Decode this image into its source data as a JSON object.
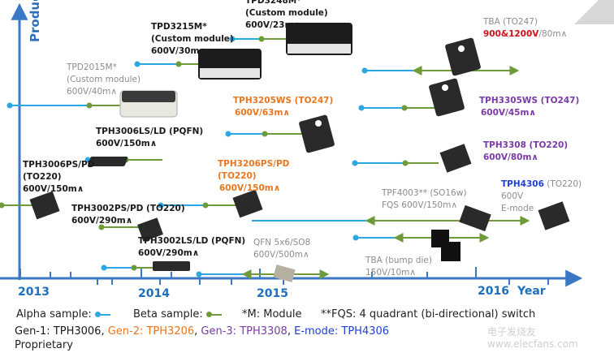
{
  "title": "GaN product roadmap",
  "axes": {
    "y_label": "Product",
    "x_label": "Year",
    "years": [
      "2013",
      "2014",
      "2015",
      "2016"
    ]
  },
  "colors": {
    "axis": "#3a78c3",
    "alpha": "#2ba7e4",
    "beta": "#6e9a3a",
    "gen1": "#1a1a1a",
    "gen2": "#e8761e",
    "gen3": "#7a3aa8",
    "emode": "#1f3fd6",
    "highlight_red": "#d0121b"
  },
  "products": [
    {
      "id": "tpd3248m",
      "lines": [
        "TPD3248M*",
        "(Custom module)",
        "600V/23m∧"
      ],
      "color": "black"
    },
    {
      "id": "tpd3215m",
      "lines": [
        "TPD3215M*",
        "(Custom module)",
        "600V/30m∧"
      ],
      "color": "black"
    },
    {
      "id": "tpd2015m",
      "lines": [
        "TPD2015M*",
        "(Custom module)",
        "600V/40m∧"
      ],
      "color": "gray"
    },
    {
      "id": "tba-to247",
      "lines": [
        "TBA (TO247)"
      ],
      "rating_red": "900&1200V",
      "rating_rest": "/80m∧",
      "color": "gray"
    },
    {
      "id": "tph3205ws",
      "lines": [
        "TPH3205WS (TO247)",
        "600V/63m∧"
      ],
      "color": "orange"
    },
    {
      "id": "tph3305ws",
      "lines": [
        "TPH3305WS (TO247)",
        "600V/45m∧"
      ],
      "color": "purple"
    },
    {
      "id": "tph3006ls",
      "lines": [
        "TPH3006LS/LD (PQFN)",
        "600V/150m∧"
      ],
      "color": "black"
    },
    {
      "id": "tph3308",
      "lines": [
        "TPH3308 (TO220)",
        "600V/80m∧"
      ],
      "color": "purple"
    },
    {
      "id": "tph3006ps",
      "lines": [
        "TPH3006PS/PD",
        "(TO220)",
        "600V/150m∧"
      ],
      "color": "black"
    },
    {
      "id": "tph3206ps",
      "lines": [
        "TPH3206PS/PD",
        "(TO220)",
        "600V/150m∧"
      ],
      "color": "orange"
    },
    {
      "id": "tph4306",
      "name": "TPH4306",
      "package": " (TO220)",
      "lines": [
        "600V",
        "E-mode"
      ],
      "color": "blue"
    },
    {
      "id": "tph3002ps",
      "lines": [
        "TPH3002PS/PD (TO220)",
        "600V/290m∧"
      ],
      "color": "black"
    },
    {
      "id": "tpf4003",
      "lines": [
        "TPF4003** (SO16w)",
        "FQS 600V/150m∧"
      ],
      "color": "gray"
    },
    {
      "id": "tph3002ls",
      "lines": [
        "TPH3002LS/LD (PQFN)",
        "600V/290m∧"
      ],
      "color": "black"
    },
    {
      "id": "qfn",
      "lines": [
        "QFN 5x6/SO8",
        "600V/500m∧"
      ],
      "color": "gray"
    },
    {
      "id": "tba-bump",
      "lines": [
        "TBA (bump die)",
        "150V/10m∧"
      ],
      "color": "gray"
    }
  ],
  "legend": {
    "alpha": "Alpha sample:",
    "beta": "Beta sample:",
    "module_note": "*M: Module",
    "fqs_note": "**FQS: 4 quadrant (bi-directional) switch"
  },
  "generations": [
    {
      "text": "Gen-1: TPH3006",
      "color": "gen1"
    },
    {
      "text": ", ",
      "color": "gen1"
    },
    {
      "text": "Gen-2: TPH3206",
      "color": "gen2"
    },
    {
      "text": ", ",
      "color": "gen1"
    },
    {
      "text": "Gen-3: TPH3308",
      "color": "gen3"
    },
    {
      "text": ", ",
      "color": "gen1"
    },
    {
      "text": "E-mode: TPH4306",
      "color": "emode"
    }
  ],
  "footer": "Proprietary",
  "watermark": "电子发烧友 www.elecfans.com"
}
